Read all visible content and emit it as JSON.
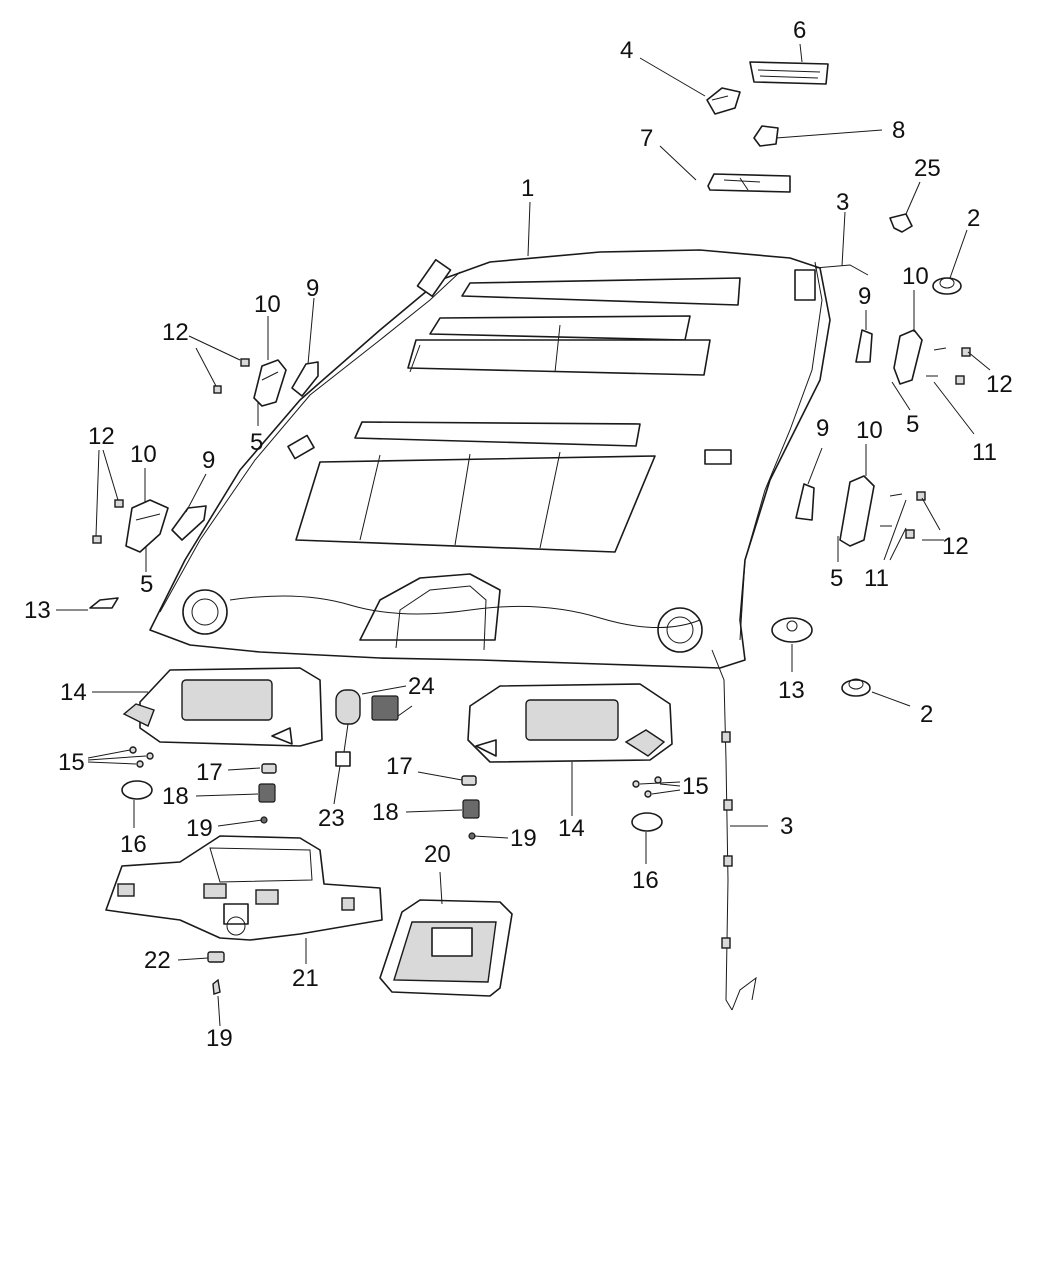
{
  "callouts": {
    "c1": "1",
    "c2a": "2",
    "c2b": "2",
    "c3a": "3",
    "c3b": "3",
    "c4": "4",
    "c5a": "5",
    "c5b": "5",
    "c5c": "5",
    "c5d": "5",
    "c6": "6",
    "c7": "7",
    "c8": "8",
    "c9a": "9",
    "c9b": "9",
    "c9c": "9",
    "c9d": "9",
    "c10a": "10",
    "c10b": "10",
    "c10c": "10",
    "c10d": "10",
    "c11a": "11",
    "c11b": "11",
    "c12a": "12",
    "c12b": "12",
    "c12c": "12",
    "c12d": "12",
    "c13a": "13",
    "c13b": "13",
    "c14a": "14",
    "c14b": "14",
    "c15a": "15",
    "c15b": "15",
    "c16a": "16",
    "c16b": "16",
    "c17a": "17",
    "c17b": "17",
    "c18a": "18",
    "c18b": "18",
    "c19a": "19",
    "c19b": "19",
    "c19c": "19",
    "c20": "20",
    "c21": "21",
    "c22": "22",
    "c23": "23",
    "c24": "24",
    "c25": "25"
  }
}
